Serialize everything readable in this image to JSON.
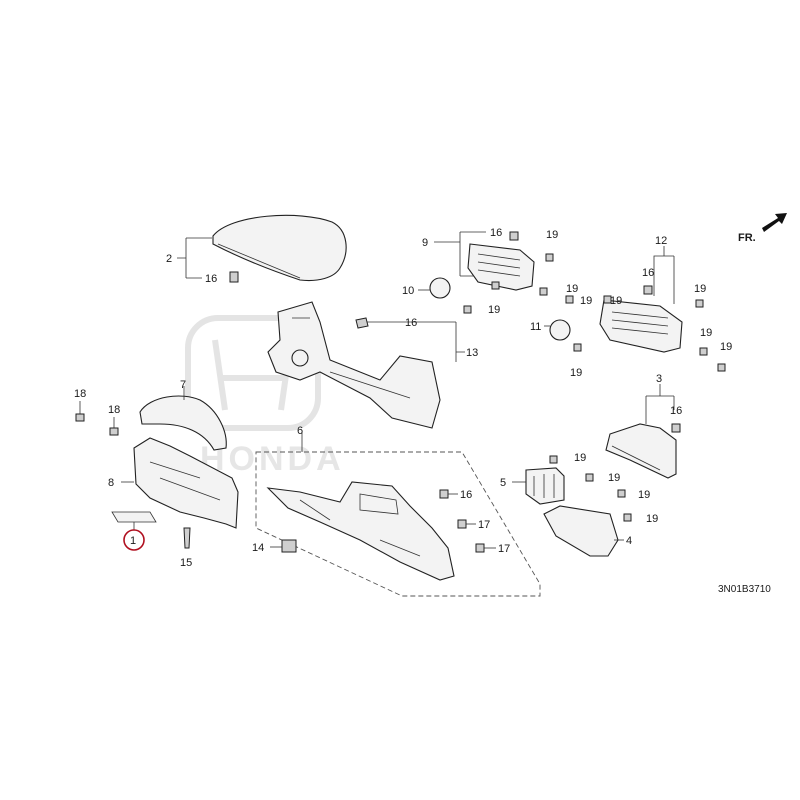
{
  "diagram_code": "3N01B3710",
  "front_indicator": "FR.",
  "watermark_text": "HONDA",
  "highlighted_label": "1",
  "labels": {
    "l1": "1",
    "l2": "2",
    "l3": "3",
    "l4": "4",
    "l5": "5",
    "l6": "6",
    "l7": "7",
    "l8": "8",
    "l9": "9",
    "l10": "10",
    "l11": "11",
    "l12": "12",
    "l13": "13",
    "l14": "14",
    "l15": "15",
    "l16": "16",
    "l17": "17",
    "l18": "18",
    "l19": "19"
  },
  "colors": {
    "highlight": "#b01020",
    "line": "#222222",
    "watermark": "#e4e4e4"
  }
}
